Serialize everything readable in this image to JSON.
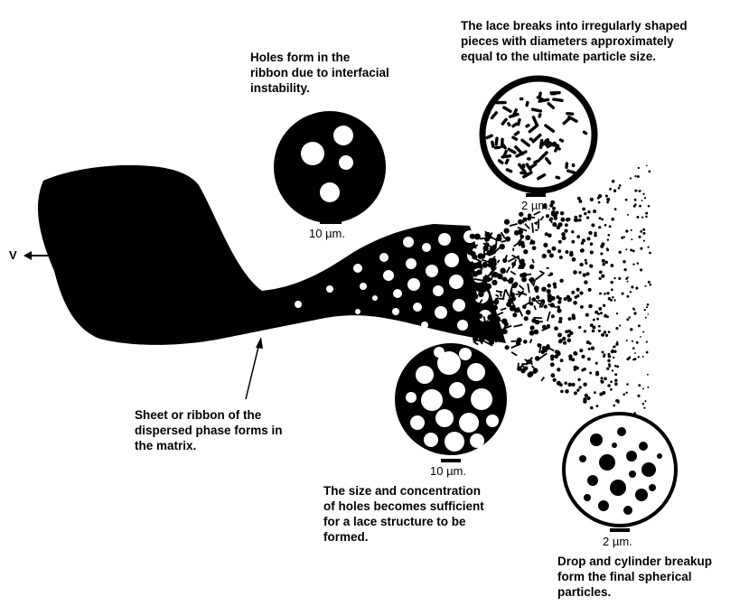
{
  "velocity_label": "V",
  "captions": {
    "holes_form": "Holes form in the\nribbon due to interfacial\ninstability.",
    "lace_breaks": "The lace breaks into irregularly shaped\npieces with diameters approximately\nequal to the ultimate particle size.",
    "sheet_forms": "Sheet or ribbon of the\ndispersed phase forms in\nthe matrix.",
    "lace_structure": "The size and concentration\nof holes becomes sufficient\nfor a lace structure to be\nformed.",
    "final_particles": "Drop and cylinder breakup\nform the final spherical\nparticles."
  },
  "scale_labels": {
    "holes": "10 µm.",
    "lace_break": "2 µm.",
    "lace_structure": "10 µm.",
    "final": "2 µm."
  },
  "colors": {
    "ink": "#000000",
    "paper": "#ffffff"
  }
}
